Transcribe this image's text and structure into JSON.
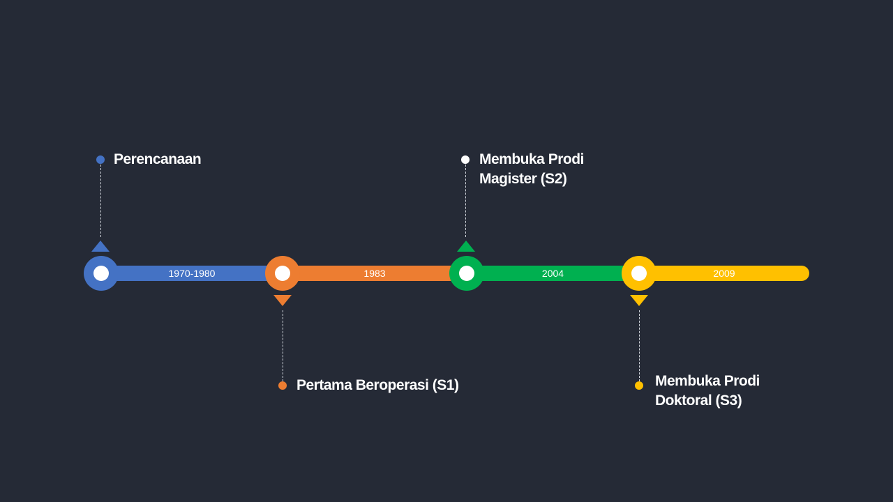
{
  "colors": {
    "blue": "#4472C4",
    "orange": "#ED7D31",
    "green": "#00B050",
    "yellow": "#FFC000"
  },
  "milestones": [
    {
      "period": "1970-1980",
      "title": [
        "Perencanaan"
      ]
    },
    {
      "period": "1983",
      "title": [
        "Pertama Beroperasi (S1)"
      ]
    },
    {
      "period": "2004",
      "title": [
        "Membuka Prodi",
        "Magister (S2)"
      ]
    },
    {
      "period": "2009",
      "title": [
        "Membuka Prodi",
        "Doktoral (S3)"
      ]
    }
  ]
}
